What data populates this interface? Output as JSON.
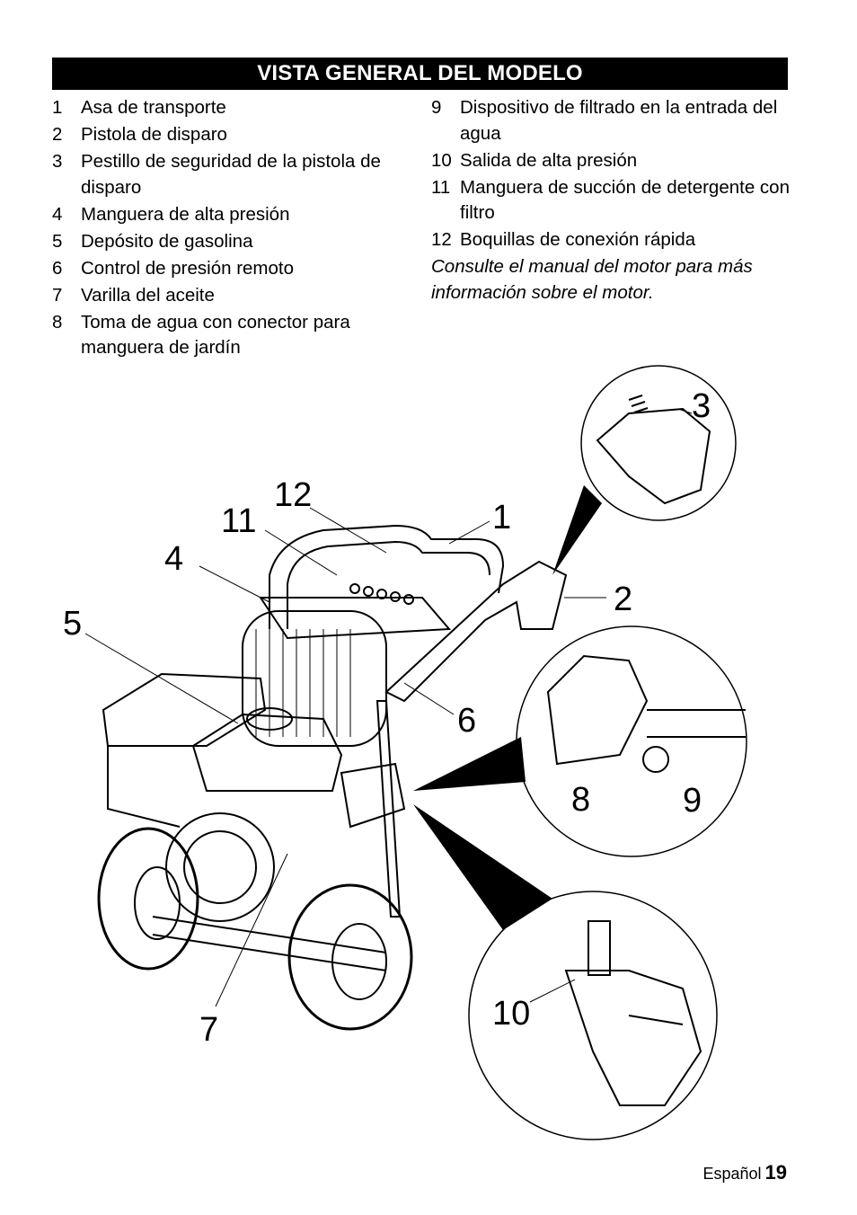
{
  "header": {
    "title": "VISTA GENERAL DEL MODELO"
  },
  "legend_left": [
    {
      "num": "1",
      "text": "Asa de transporte"
    },
    {
      "num": "2",
      "text": "Pistola de disparo"
    },
    {
      "num": "3",
      "text": "Pestillo de seguridad de la pistola de disparo"
    },
    {
      "num": "4",
      "text": "Manguera de alta presión"
    },
    {
      "num": "5",
      "text": "Depósito de gasolina"
    },
    {
      "num": "6",
      "text": "Control de presión remoto"
    },
    {
      "num": "7",
      "text": "Varilla del aceite"
    },
    {
      "num": "8",
      "text": "Toma de agua con conector para manguera de jardín"
    }
  ],
  "legend_right": [
    {
      "num": "9",
      "text": "Dispositivo de filtrado en la entrada del agua"
    },
    {
      "num": "10",
      "text": "Salida de alta presión"
    },
    {
      "num": "11",
      "text": "Manguera de succión de detergente con filtro"
    },
    {
      "num": "12",
      "text": "Boquillas de conexión rápida"
    }
  ],
  "note": "Consulte el manual del motor para más información sobre el motor.",
  "callouts": {
    "c1": "1",
    "c2": "2",
    "c3": "3",
    "c4": "4",
    "c5": "5",
    "c6": "6",
    "c7": "7",
    "c8": "8",
    "c9": "9",
    "c10": "10",
    "c11": "11",
    "c12": "12"
  },
  "footer": {
    "language": "Español",
    "page": "19"
  }
}
